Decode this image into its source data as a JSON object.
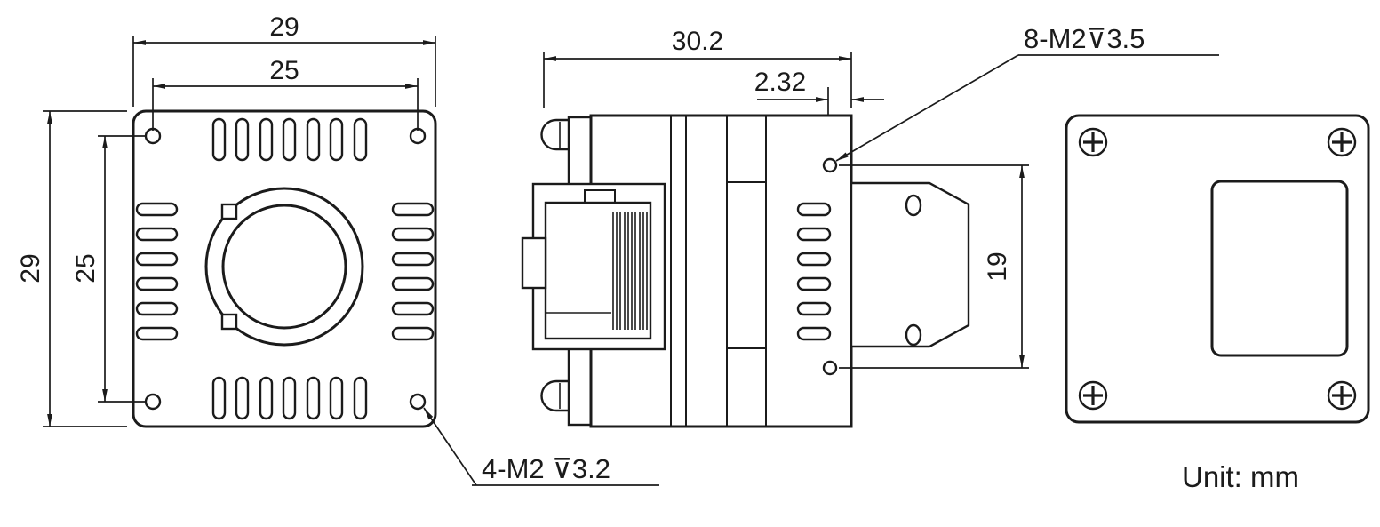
{
  "meta": {
    "unit_label": "Unit: mm",
    "colors": {
      "line": "#1b1b1b",
      "background": "#ffffff"
    }
  },
  "front_view": {
    "dim_width": "29",
    "dim_hole_spacing_h": "25",
    "dim_height": "29",
    "dim_hole_spacing_v": "25",
    "thread_callout": "4-M2 ⊽3.2"
  },
  "side_view": {
    "dim_depth": "30.2",
    "dim_rear_plate": "2.32",
    "dim_rear_hole_spacing": "19",
    "thread_callout": "8-M2⊽3.5"
  }
}
